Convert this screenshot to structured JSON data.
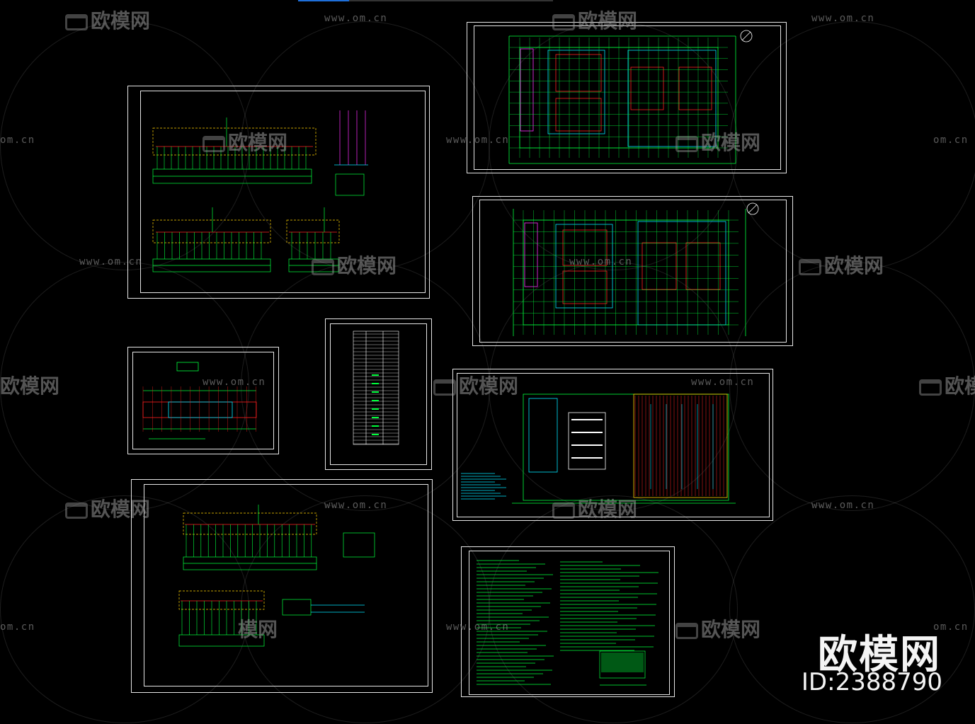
{
  "watermark": {
    "logo_text": "欧模网",
    "url_text": "www.om.cn",
    "url_short": "om.cn",
    "logo_partial_1": "模网",
    "logo_partial_2": "欧模网"
  },
  "brand": {
    "name": "欧模网",
    "id_label": "ID:2388790"
  },
  "colors": {
    "background": "#000000",
    "frame": "#e6e6e6",
    "cad_green": "#00ff3c",
    "cad_red": "#ff2020",
    "cad_cyan": "#00e5ff",
    "cad_magenta": "#ff30ff",
    "cad_yellow": "#ffd200",
    "cad_white": "#ffffff",
    "progress_blue": "#1e6fd9"
  },
  "progress": {
    "fraction": 0.2
  },
  "sheets": [
    {
      "id": "sheet-system-diagram-1",
      "kind": "electrical-system-diagram"
    },
    {
      "id": "sheet-floor-plan-1",
      "kind": "floor-plan"
    },
    {
      "id": "sheet-floor-plan-2",
      "kind": "floor-plan"
    },
    {
      "id": "sheet-small-plan",
      "kind": "floor-plan"
    },
    {
      "id": "sheet-legend-table",
      "kind": "material-table"
    },
    {
      "id": "sheet-roof-plan",
      "kind": "roof-plan"
    },
    {
      "id": "sheet-system-diagram-2",
      "kind": "electrical-system-diagram"
    },
    {
      "id": "sheet-design-notes",
      "kind": "design-notes"
    }
  ],
  "icons": [
    "sofa-logo-icon",
    "north-arrow-icon"
  ]
}
